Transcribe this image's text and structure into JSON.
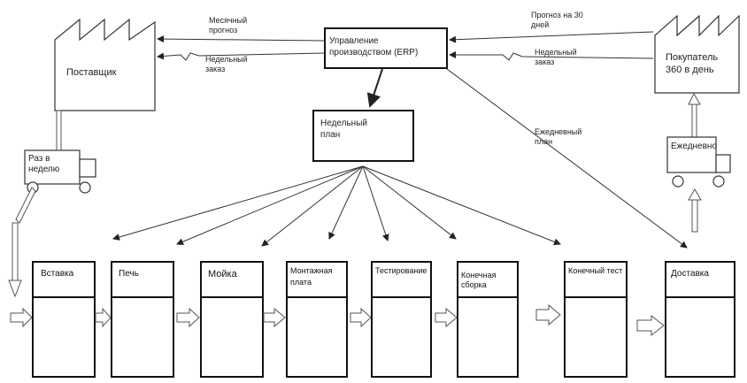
{
  "nodes": {
    "supplier": "Поставщик",
    "customer": "Покупатель 360 в день",
    "erp": "Управление производством (ERP)",
    "weekly_plan": "Недельный план",
    "truck_in": "Раз в неделю",
    "truck_out": "Ежедневно"
  },
  "flows": {
    "monthly_forecast": "Месячный прогноз",
    "weekly_order_to_supplier": "Недельный заказ",
    "forecast_30_days": "Прогноз на 30 дней",
    "weekly_order_from_customer": "Недельный заказ",
    "daily_plan": "Ежедневный план"
  },
  "processes": [
    {
      "label": "Вставка"
    },
    {
      "label": "Печь"
    },
    {
      "label": "Мойка"
    },
    {
      "label": "Монтажная плата"
    },
    {
      "label": "Тестирование"
    },
    {
      "label": "Конечная сборка"
    },
    {
      "label": "Конечный тест"
    },
    {
      "label": "Доставка"
    }
  ]
}
